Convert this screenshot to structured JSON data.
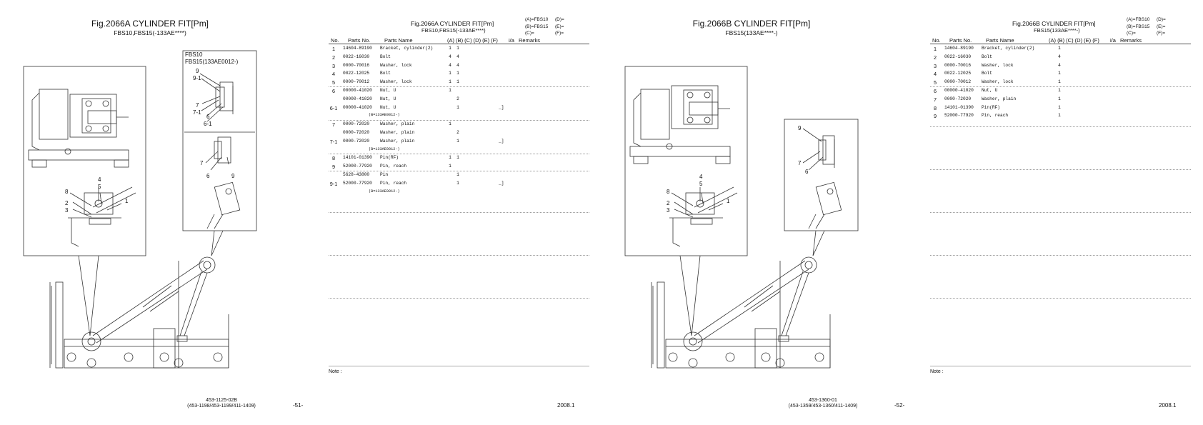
{
  "page1": {
    "figure": {
      "title": "Fig.2066A  CYLINDER FIT[Pm]",
      "subtitle": "FBS10,FBS15(-133AE****)",
      "inset_label_1": "FBS10",
      "inset_label_2": "FBS15(133AE0012-)",
      "callouts_main": [
        "4",
        "5",
        "8",
        "2",
        "3",
        "1"
      ],
      "callouts_inset_top": [
        "9",
        "9-1",
        "7",
        "7-1",
        "6",
        "6-1"
      ],
      "callouts_inset_mid": [
        "7",
        "6",
        "9"
      ],
      "doc_code": "453-1125-02B",
      "doc_refs": "(453-1198/453-1199/411-1409)",
      "page_number": "-51-"
    },
    "table": {
      "title": "Fig.2066A  CYLINDER FIT[Pm]",
      "subtitle": "FBS10,FBS15(-133AE****)",
      "legend": [
        [
          "(A)=FBS10",
          "(D)="
        ],
        [
          "(B)=FBS15",
          "(E)="
        ],
        [
          "(C)=",
          "(F)="
        ]
      ],
      "columns": {
        "no": "No.",
        "parts_no": "Parts No.",
        "parts_name": "Parts Name",
        "models": "(A) (B) (C) (D) (E) (F)",
        "ia": "i/a",
        "remarks": "Remarks"
      },
      "rows": [
        {
          "no": "1",
          "pn": "14604-89190",
          "name": "Bracket, cylinder(2)",
          "a": "1",
          "b": "1",
          "ia": ""
        },
        {
          "no": "2",
          "pn": "0022-16030",
          "name": "Bolt",
          "a": "4",
          "b": "4",
          "ia": ""
        },
        {
          "no": "3",
          "pn": "0000-70016",
          "name": "Washer, lock",
          "a": "4",
          "b": "4",
          "ia": ""
        },
        {
          "no": "4",
          "pn": "0022-12025",
          "name": "Bolt",
          "a": "1",
          "b": "1",
          "ia": ""
        },
        {
          "no": "5",
          "pn": "0000-70012",
          "name": "Washer, lock",
          "a": "1",
          "b": "1",
          "ia": ""
        },
        {
          "no": "6",
          "pn": "00000-41020",
          "name": "Nut, U",
          "a": "1",
          "b": "",
          "ia": ""
        },
        {
          "no": "",
          "pn": "00000-41020",
          "name": "Nut, U",
          "a": "",
          "b": "2",
          "ia": ""
        },
        {
          "no": "6-1",
          "pn": "00000-41020",
          "name": "Nut, U",
          "a": "",
          "b": "1",
          "ia": "_]"
        },
        {
          "no": "",
          "pn": "(B=133AE0012-)",
          "name": "",
          "a": "",
          "b": "",
          "ia": "",
          "sub": true
        },
        {
          "no": "7",
          "pn": "0000-72020",
          "name": "Washer, plain",
          "a": "1",
          "b": "",
          "ia": ""
        },
        {
          "no": "",
          "pn": "0000-72020",
          "name": "Washer, plain",
          "a": "",
          "b": "2",
          "ia": ""
        },
        {
          "no": "7-1",
          "pn": "0000-72020",
          "name": "Washer, plain",
          "a": "",
          "b": "1",
          "ia": "_]"
        },
        {
          "no": "",
          "pn": "(B=133AE0012-)",
          "name": "",
          "a": "",
          "b": "",
          "ia": "",
          "sub": true
        },
        {
          "no": "8",
          "pn": "14101-01390",
          "name": "Pin(RF)",
          "a": "1",
          "b": "1",
          "ia": ""
        },
        {
          "no": "9",
          "pn": "52000-77920",
          "name": "Pin, reach",
          "a": "1",
          "b": "",
          "ia": ""
        },
        {
          "no": "",
          "pn": "5628-43800",
          "name": "Pin",
          "a": "",
          "b": "1",
          "ia": ""
        },
        {
          "no": "9-1",
          "pn": "52000-77920",
          "name": "Pin, reach",
          "a": "",
          "b": "1",
          "ia": "_]"
        },
        {
          "no": "",
          "pn": "(B=133AE0012-)",
          "name": "",
          "a": "",
          "b": "",
          "ia": "",
          "sub": true
        }
      ],
      "note_label": "Note :",
      "date": "2008.1"
    }
  },
  "page2": {
    "figure": {
      "title": "Fig.2066B  CYLINDER FIT[Pm]",
      "subtitle": "FBS15(133AE****-)",
      "callouts_main": [
        "4",
        "5",
        "8",
        "2",
        "3",
        "1"
      ],
      "callouts_inset": [
        "9",
        "7",
        "6"
      ],
      "doc_code": "453-1360-01",
      "doc_refs": "(453-1359/453-1360/411-1409)",
      "page_number": "-52-"
    },
    "table": {
      "title": "Fig.2066B  CYLINDER FIT[Pm]",
      "subtitle": "FBS15(133AE****-)",
      "legend": [
        [
          "(A)=FBS10",
          "(D)="
        ],
        [
          "(B)=FBS15",
          "(E)="
        ],
        [
          "(C)=",
          "(F)="
        ]
      ],
      "columns": {
        "no": "No.",
        "parts_no": "Parts No.",
        "parts_name": "Parts Name",
        "models": "(A) (B) (C) (D) (E) (F)",
        "ia": "i/a",
        "remarks": "Remarks"
      },
      "rows": [
        {
          "no": "1",
          "pn": "14604-89190",
          "name": "Bracket, cylinder(2)",
          "a": "",
          "b": "1",
          "ia": ""
        },
        {
          "no": "2",
          "pn": "0022-16030",
          "name": "Bolt",
          "a": "",
          "b": "4",
          "ia": ""
        },
        {
          "no": "3",
          "pn": "0000-70016",
          "name": "Washer, lock",
          "a": "",
          "b": "4",
          "ia": ""
        },
        {
          "no": "4",
          "pn": "0022-12025",
          "name": "Bolt",
          "a": "",
          "b": "1",
          "ia": ""
        },
        {
          "no": "5",
          "pn": "0000-70012",
          "name": "Washer, lock",
          "a": "",
          "b": "1",
          "ia": ""
        },
        {
          "no": "6",
          "pn": "00000-41020",
          "name": "Nut, U",
          "a": "",
          "b": "1",
          "ia": ""
        },
        {
          "no": "7",
          "pn": "0000-72020",
          "name": "Washer, plain",
          "a": "",
          "b": "1",
          "ia": ""
        },
        {
          "no": "8",
          "pn": "14101-01390",
          "name": "Pin(RF)",
          "a": "",
          "b": "1",
          "ia": ""
        },
        {
          "no": "9",
          "pn": "52000-77920",
          "name": "Pin, reach",
          "a": "",
          "b": "1",
          "ia": ""
        }
      ],
      "note_label": "Note :",
      "date": "2008.1"
    }
  }
}
